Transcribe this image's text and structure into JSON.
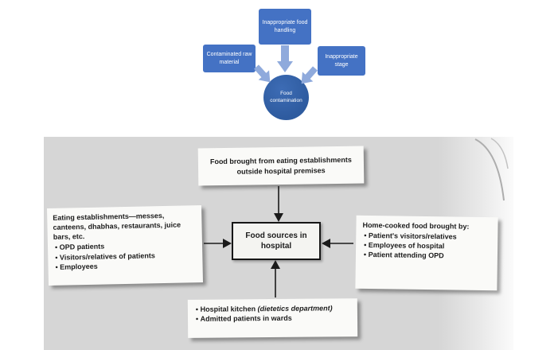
{
  "top_diagram": {
    "boxes": [
      {
        "label": "Contaminated raw material"
      },
      {
        "label": "Inappropriate food handling"
      },
      {
        "label": "Inappropriate stage"
      }
    ],
    "center_label": "Food contamination",
    "colors": {
      "box_blue": "#4472C4",
      "circle_blue": "#2E5B9F",
      "arrow_blue": "#8FAADC"
    }
  },
  "scan_figure": {
    "top_box": {
      "line1": "Food brought from eating establishments",
      "line2": "outside hospital premises"
    },
    "left_box": {
      "intro": "Eating establishments—messes, canteens, dhabhas, restaurants, juice bars, etc.",
      "bullets": [
        "OPD patients",
        "Visitors/relatives of patients",
        "Employees"
      ]
    },
    "center_box": {
      "label": "Food sources in hospital"
    },
    "right_box": {
      "intro": "Home-cooked food brought by:",
      "bullets": [
        "Patient's visitors/relatives",
        "Employees of hospital",
        "Patient attending OPD"
      ]
    },
    "bottom_box": {
      "kitchen_prefix": "Hospital kitchen ",
      "kitchen_italic": "(dietetics department)",
      "bullet2": "Admitted patients in wards"
    }
  }
}
